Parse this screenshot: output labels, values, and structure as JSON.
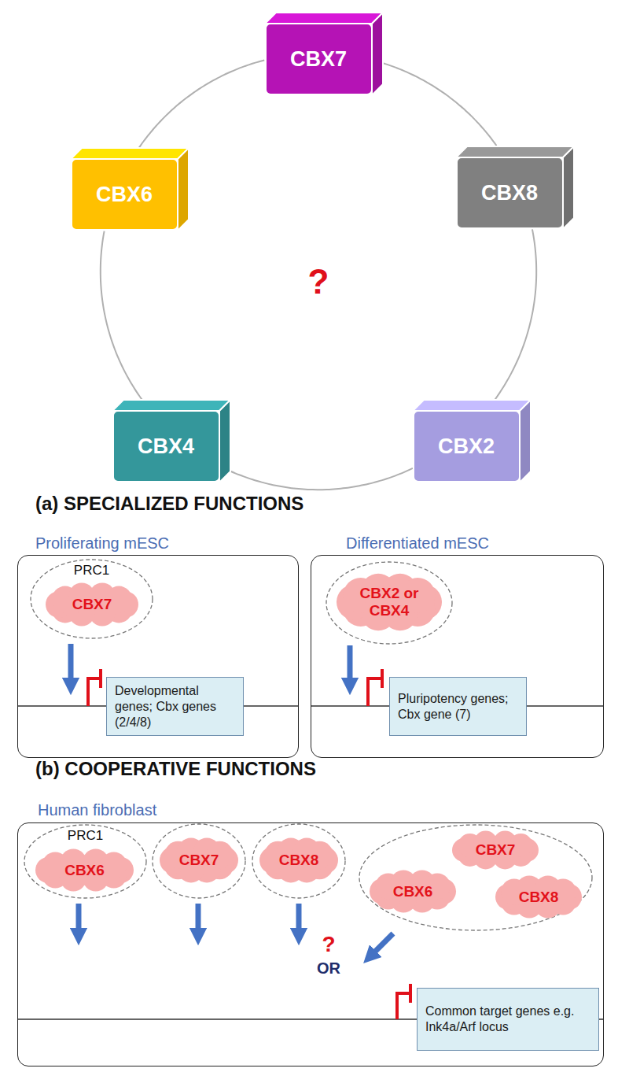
{
  "diagram": {
    "nodes": [
      {
        "text": [
          "CBX7"
        ]
      },
      {
        "text": [
          "CBX6"
        ]
      },
      {
        "text": [
          "CBX8"
        ]
      },
      {
        "text": [
          "CBX4"
        ]
      },
      {
        "text": [
          "CBX2"
        ]
      },
      {
        "text": [
          "Proliferating mESC"
        ]
      },
      {
        "text": [
          "PRC1"
        ],
        "in": 5
      },
      {
        "text": [
          "CBX7"
        ],
        "in": 6
      },
      {
        "text": [
          "Developmental genes; Cbx genes (2/4/8)"
        ],
        "in": 5
      },
      {
        "text": [
          "Differentiated mESC"
        ]
      },
      {
        "text": [
          "CBX2 or CBX4"
        ],
        "in": 9
      },
      {
        "text": [
          "Pluripotency genes; Cbx gene (7)"
        ],
        "in": 9
      },
      {
        "text": [
          "Human fibroblast"
        ]
      },
      {
        "text": [
          "PRC1"
        ],
        "in": 12
      },
      {
        "text": [
          "CBX6"
        ],
        "in": 13
      },
      {
        "text": [
          "CBX7"
        ],
        "in": 12
      },
      {
        "text": [
          "CBX8"
        ],
        "in": 12
      },
      {
        "text": [
          "CBX6"
        ],
        "in": 12
      },
      {
        "text": [
          "CBX7"
        ],
        "in": 12
      },
      {
        "text": [
          "CBX8"
        ],
        "in": 12
      },
      {
        "text": [
          "Common target genes e.g. Ink4a/Arf locus"
        ],
        "in": 12
      }
    ],
    "edges": [
      {
        "from": 0,
        "to": 2,
        "arrow": "none"
      },
      {
        "from": 2,
        "to": 4,
        "arrow": "none"
      },
      {
        "from": 4,
        "to": 3,
        "arrow": "none"
      },
      {
        "from": 3,
        "to": 1,
        "arrow": "none"
      },
      {
        "from": 1,
        "to": 0,
        "arrow": "none"
      }
    ],
    "labels": [
      "?",
      "(a) SPECIALIZED FUNCTIONS",
      "(b) COOPERATIVE FUNCTIONS",
      "?",
      "OR"
    ]
  }
}
